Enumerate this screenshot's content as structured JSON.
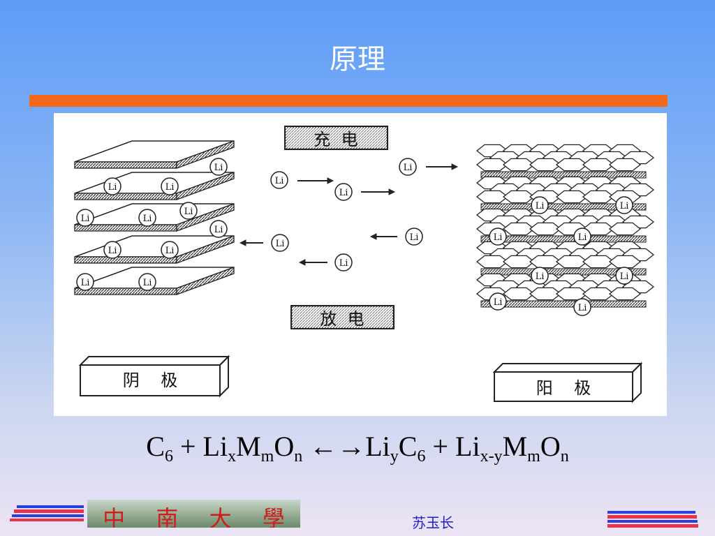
{
  "slide": {
    "title": "原理",
    "author": "苏玉长",
    "university_logo_text": "中南大学"
  },
  "diagram": {
    "charge_label": "充  电",
    "discharge_label": "放  电",
    "negative_electrode_label": "阴    极",
    "positive_electrode_label": "阳    极",
    "ion_label": "Li"
  },
  "equation": {
    "left": [
      {
        "t": "C"
      },
      {
        "s": "6"
      },
      {
        "t": " + Li"
      },
      {
        "s": "x"
      },
      {
        "t": "M"
      },
      {
        "s": "m"
      },
      {
        "t": "O"
      },
      {
        "s": "n"
      }
    ],
    "arrow": " ←→",
    "right": [
      {
        "t": "Li"
      },
      {
        "s": "y"
      },
      {
        "t": "C"
      },
      {
        "s": "6"
      },
      {
        "t": " + Li"
      },
      {
        "s": "x-y"
      },
      {
        "t": "M"
      },
      {
        "s": "m"
      },
      {
        "t": "O"
      },
      {
        "s": "n"
      }
    ]
  },
  "colors": {
    "accent_bar": "#f46a1c",
    "stripe_red": "#e8344a",
    "stripe_blue": "#2d3ee0",
    "author_text": "#1c1cd2"
  },
  "icons": [
    "lithium-ion-icon",
    "arrow-right-icon",
    "arrow-left-icon"
  ]
}
